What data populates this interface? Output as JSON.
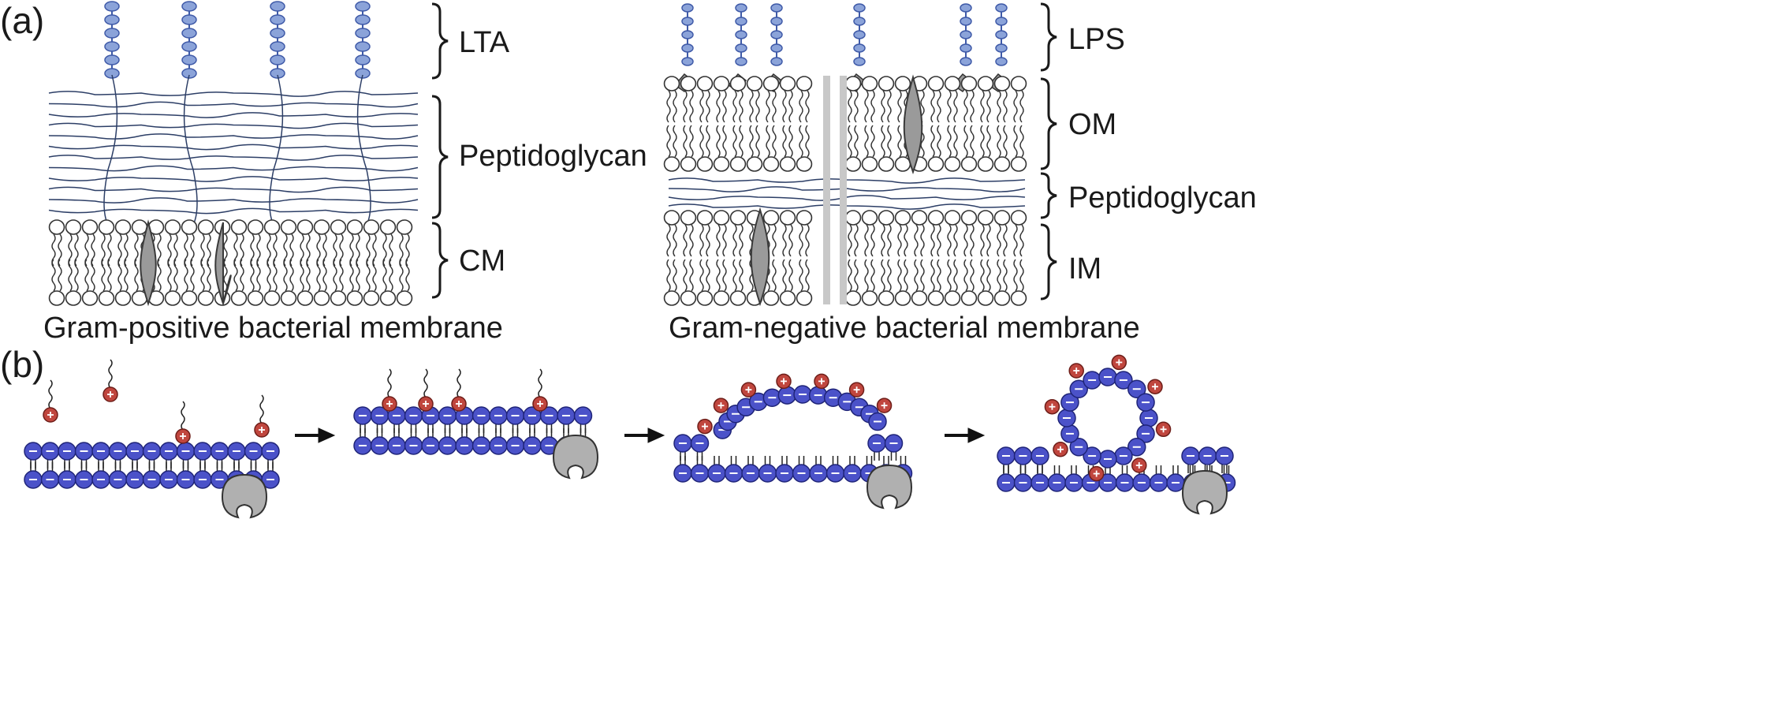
{
  "panel_a": {
    "label": "(a)",
    "gram_positive": {
      "caption": "Gram-positive bacterial membrane",
      "layers": [
        "LTA",
        "Peptidoglycan",
        "CM"
      ]
    },
    "gram_negative": {
      "caption": "Gram-negative bacterial membrane",
      "layers": [
        "LPS",
        "OM",
        "Peptidoglycan",
        "IM"
      ]
    }
  },
  "panel_b": {
    "label": "(b)"
  },
  "colors": {
    "lta_bead": "#8ba3d9",
    "lta_bead_stroke": "#3f5aa8",
    "protein": "#9a9a9a",
    "protein_stroke": "#3a3a3a",
    "lipid_head_blue": "#4b52c9",
    "charge_red": "#c0463e",
    "pore": "#c8c8c8"
  }
}
